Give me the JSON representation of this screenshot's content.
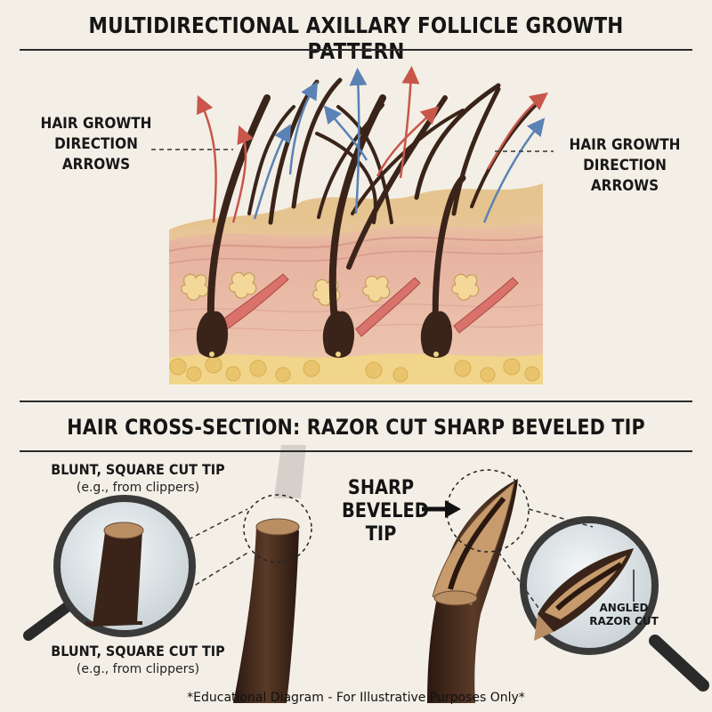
{
  "header": {
    "title": "MULTIDIRECTIONAL AXILLARY FOLLICLE GROWTH PATTERN"
  },
  "top_panel": {
    "left_label": [
      "HAIR GROWTH",
      "DIRECTION",
      "ARROWS"
    ],
    "right_label": [
      "HAIR GROWTH",
      "DIRECTION",
      "ARROWS"
    ]
  },
  "bottom_panel": {
    "title": "HAIR CROSS-SECTION: RAZOR CUT SHARP BEVELED TIP",
    "blunt_label_top": "BLUNT, SQUARE CUT TIP",
    "blunt_sub_top": "(e.g., from clippers)",
    "blunt_label_bottom": "BLUNT, SQUARE CUT TIP",
    "blunt_sub_bottom": "(e.g., from clippers)",
    "sharp_label": [
      "SHARP",
      "BEVELED",
      "TIP"
    ],
    "angled_label": [
      "ANGLED",
      "RAZOR CUT"
    ]
  },
  "footer": {
    "note": "*Educational Diagram - For Illustrative Purposes Only*"
  },
  "colors": {
    "background": "#f3efe6",
    "hair": "#3a2419",
    "arrow_red": "#c9564a",
    "arrow_blue": "#5a82b4",
    "skin": "#eccaa5",
    "fat": "#f0d58a"
  }
}
